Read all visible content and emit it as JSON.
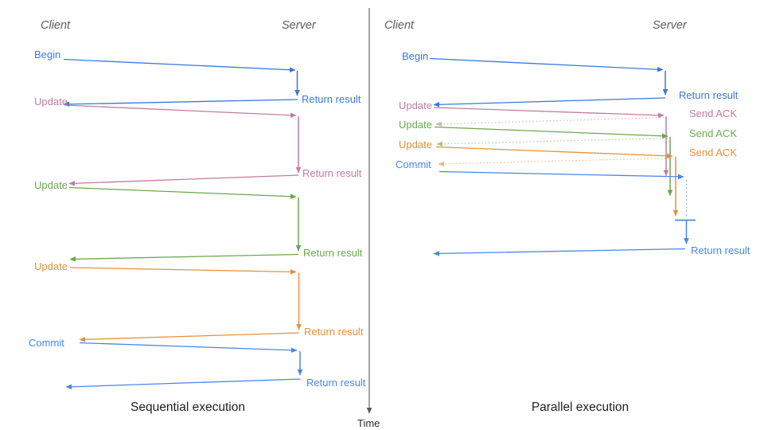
{
  "colors": {
    "begin_blue": "#3c78d8",
    "commit_blue": "#4a86e8",
    "update1_pink": "#c27ba0",
    "update2_green": "#6aa84f",
    "update3_orange": "#e69138",
    "axis_gray": "#595959",
    "header_gray": "#5c5c5c"
  },
  "time_axis": {
    "label": "Time"
  },
  "left_panel": {
    "title": "Sequential execution",
    "client_header": "Client",
    "server_header": "Server",
    "steps": [
      {
        "request": "Begin",
        "response": "Return result"
      },
      {
        "request": "Update",
        "response": "Return result"
      },
      {
        "request": "Update",
        "response": "Return result"
      },
      {
        "request": "Update",
        "response": "Return result"
      },
      {
        "request": "Commit",
        "response": "Return result"
      }
    ]
  },
  "right_panel": {
    "title": "Parallel execution",
    "client_header": "Client",
    "server_header": "Server",
    "steps": [
      {
        "request": "Begin",
        "response": "Return result"
      },
      {
        "request": "Update",
        "response": "Send ACK"
      },
      {
        "request": "Update",
        "response": "Send ACK"
      },
      {
        "request": "Update",
        "response": "Send ACK"
      },
      {
        "request": "Commit",
        "response": "Return result"
      }
    ]
  }
}
